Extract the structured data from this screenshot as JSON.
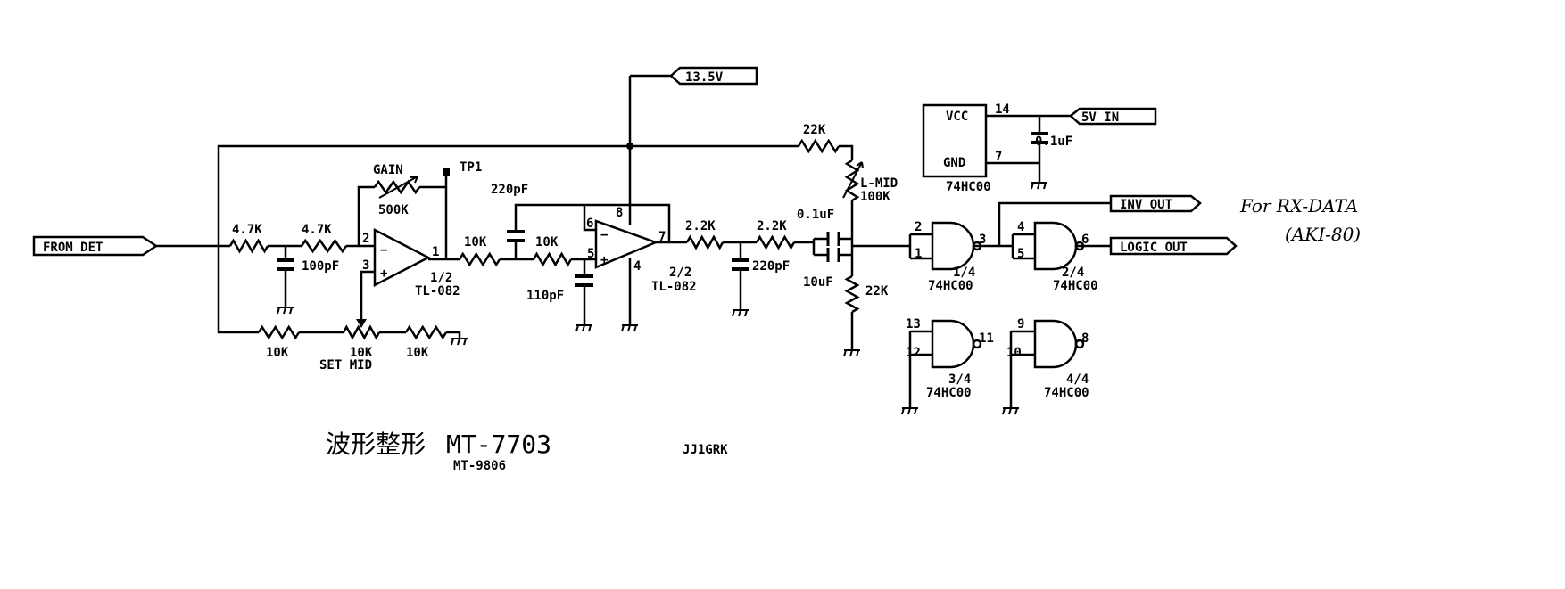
{
  "ports": {
    "from_det": "FROM DET",
    "supply_13v": "13.5V",
    "supply_5v": "5V IN",
    "inv_out": "INV OUT",
    "logic_out": "LOGIC OUT"
  },
  "components": {
    "r_in1": "4.7K",
    "r_in2": "4.7K",
    "c_in": "100pF",
    "gain_label": "GAIN",
    "gain_value": "500K",
    "tp1": "TP1",
    "op1_part": "1/2",
    "op1_type": "TL-082",
    "r_mid1": "10K",
    "r_mid2": "10K",
    "c_fb": "220pF",
    "c_gnd": "110pF",
    "op2_part": "2/2",
    "op2_type": "TL-082",
    "r_f1": "2.2K",
    "r_f2": "2.2K",
    "c_f": "220pF",
    "c_couple1": "0.1uF",
    "c_couple2": "10uF",
    "r_top": "22K",
    "lmid_label": "L-MID",
    "lmid_value": "100K",
    "r_bot": "22K",
    "r_set1": "10K",
    "set_pot": "10K",
    "set_label": "SET MID",
    "r_set2": "10K",
    "ground": "777",
    "vcc": "VCC",
    "gnd": "GND",
    "ic_name": "74HC00",
    "c_bypass": "0.1uF",
    "gate1_part": "1/4",
    "gate2_part": "2/4",
    "gate3_part": "3/4",
    "gate4_part": "4/4",
    "gate_type": "74HC00"
  },
  "pins": {
    "op1": [
      "2",
      "3",
      "1"
    ],
    "op2": [
      "6",
      "5",
      "7",
      "8",
      "4"
    ],
    "ic_power": [
      "14",
      "7"
    ],
    "g1": [
      "2",
      "1",
      "3"
    ],
    "g2": [
      "4",
      "5",
      "6"
    ],
    "g3": [
      "13",
      "12",
      "11"
    ],
    "g4": [
      "9",
      "10",
      "8"
    ]
  },
  "annotations": {
    "for_rx": "For RX-DATA",
    "aki": "(AKI-80)"
  },
  "title": {
    "jp": "波形整形",
    "model": "MT-7703",
    "alt_model": "MT-9806",
    "author": "JJ1GRK"
  }
}
